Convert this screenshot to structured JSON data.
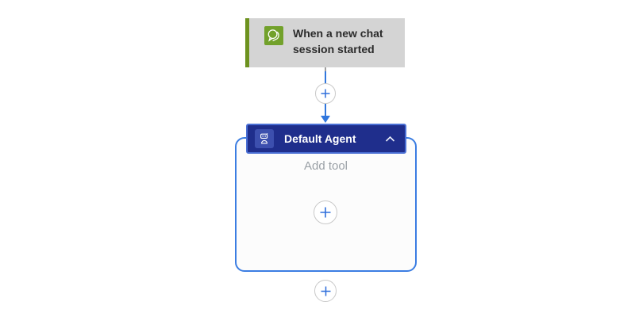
{
  "colors": {
    "canvas-bg": "#ffffff",
    "trigger-bg": "#d4d4d4",
    "trigger-accent": "#6d921f",
    "trigger-icon-bg": "#72a12b",
    "trigger-text": "#2b2b2b",
    "connector-blue": "#3177dd",
    "connector-gray": "#9e9e9e",
    "plus-border": "#c9c9c9",
    "plus-glyph": "#2e6edb",
    "agent-header-bg": "#1f2e8c",
    "agent-header-border": "#4a6fd4",
    "agent-icon-bg": "#3c4fae",
    "agent-header-text": "#ffffff",
    "container-border": "#3b7de2",
    "container-bg": "#fcfcfc",
    "placeholder-text": "#9aa0a6"
  },
  "trigger": {
    "title": "When a new chat session started",
    "icon": "chat-bubbles-icon"
  },
  "agent": {
    "title": "Default Agent",
    "icon": "bot-icon",
    "collapse_icon": "chevron-up-icon",
    "placeholder": "Add tool"
  },
  "connector": {
    "add_icon": "plus-icon"
  }
}
